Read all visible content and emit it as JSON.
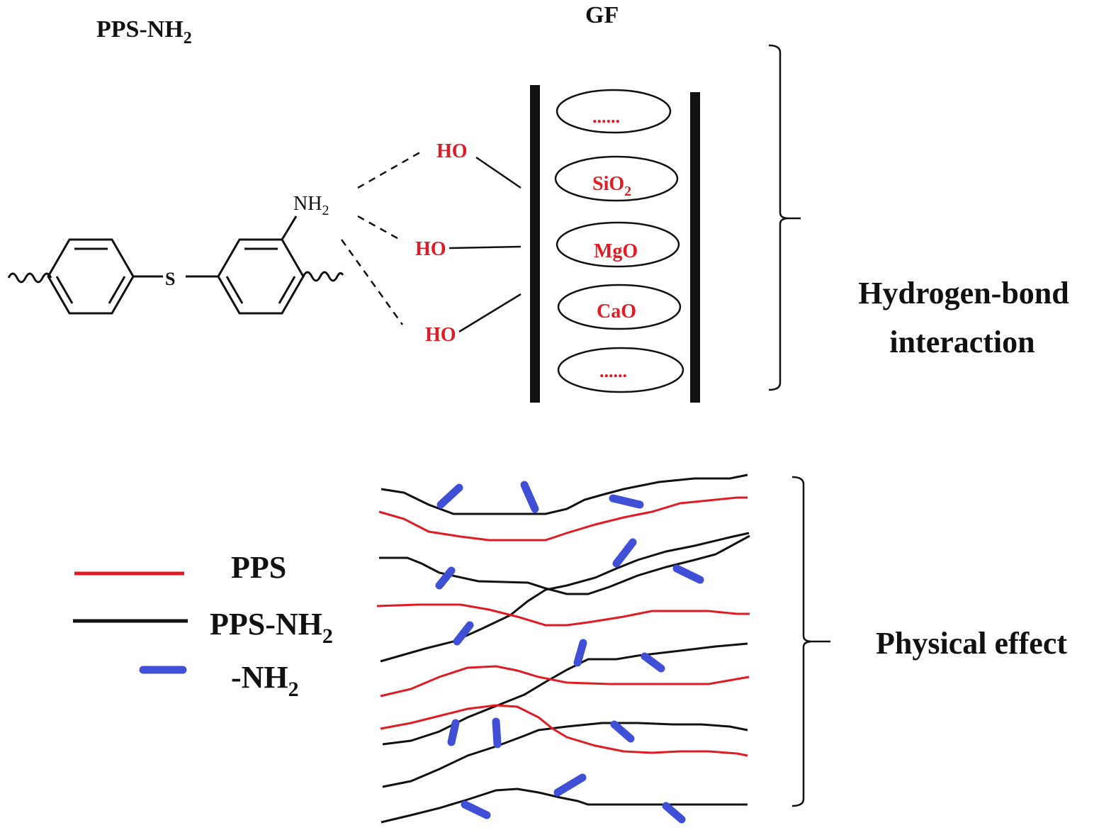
{
  "colors": {
    "pps": "#e01b24",
    "pps_nh2": "#111111",
    "nh2_group": "#3f4fd6",
    "label_red": "#e01b24",
    "text": "#111111"
  },
  "top": {
    "molecule_title": {
      "main": "PPS-NH",
      "sub": "2"
    },
    "molecule": {
      "sulfur": "S",
      "amine": {
        "main": "NH",
        "sub": "2"
      }
    },
    "hydroxyls": [
      "HO",
      "HO",
      "HO"
    ],
    "fiber_title": "GF",
    "fiber_components": [
      {
        "main": "......",
        "sub": ""
      },
      {
        "main": "SiO",
        "sub": "2"
      },
      {
        "main": "MgO",
        "sub": ""
      },
      {
        "main": "CaO",
        "sub": ""
      },
      {
        "main": "......",
        "sub": ""
      }
    ],
    "bracket_label": [
      "Hydrogen-bond",
      "interaction"
    ]
  },
  "bottom": {
    "legend": [
      {
        "label": "PPS",
        "sub": "",
        "type": "pps"
      },
      {
        "label": "PPS-NH",
        "sub": "2",
        "type": "pps_nh2"
      },
      {
        "label": "-NH",
        "sub": "2",
        "type": "nh2_group"
      }
    ],
    "bracket_label": "Physical effect"
  }
}
